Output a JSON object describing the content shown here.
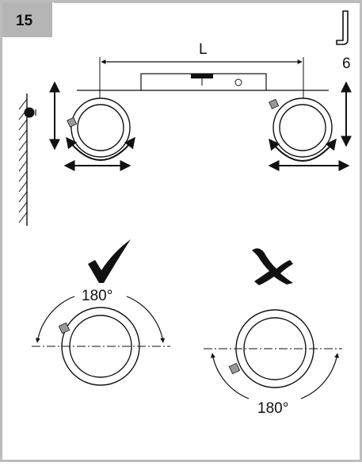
{
  "step": {
    "number": "15"
  },
  "top_diagram": {
    "dimension_label": "L",
    "hex_key_size": "6"
  },
  "correct_example": {
    "angle_label": "180°"
  },
  "incorrect_example": {
    "angle_label": "180°"
  }
}
